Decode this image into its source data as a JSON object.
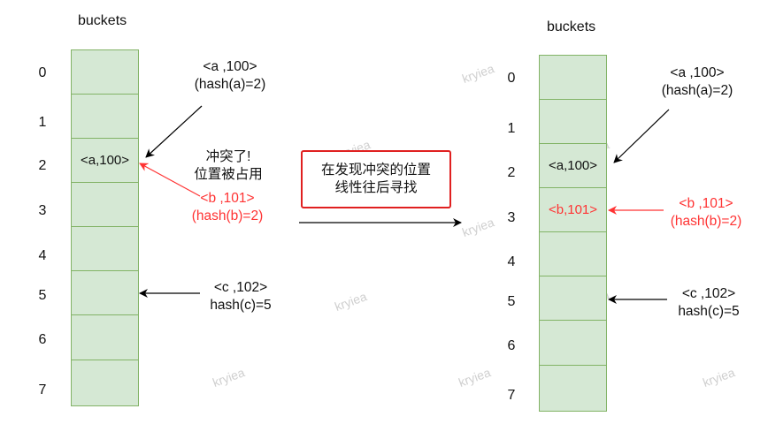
{
  "watermark": "kryiea",
  "left": {
    "title": "buckets",
    "indices": [
      "0",
      "1",
      "2",
      "3",
      "4",
      "5",
      "6",
      "7"
    ],
    "cells": [
      "",
      "",
      "<a,100>",
      "",
      "",
      "",
      "",
      ""
    ],
    "note_a": {
      "line1": "<a ,100>",
      "line2": "(hash(a)=2)"
    },
    "conflict": {
      "line1": "冲突了!",
      "line2": "位置被占用"
    },
    "note_b": {
      "line1": "<b ,101>",
      "line2": "(hash(b)=2)"
    },
    "note_c": {
      "line1": "<c ,102>",
      "line2": "hash(c)=5"
    }
  },
  "callout": {
    "line1": "在发现冲突的位置",
    "line2": "线性往后寻找"
  },
  "right": {
    "title": "buckets",
    "indices": [
      "0",
      "1",
      "2",
      "3",
      "4",
      "5",
      "6",
      "7"
    ],
    "cells": [
      "",
      "",
      "<a,100>",
      "<b,101>",
      "",
      "",
      "",
      ""
    ],
    "note_a": {
      "line1": "<a ,100>",
      "line2": "(hash(a)=2)"
    },
    "note_b": {
      "line1": "<b ,101>",
      "line2": "(hash(b)=2)"
    },
    "note_c": {
      "line1": "<c ,102>",
      "line2": "hash(c)=5"
    }
  },
  "colors": {
    "cell_fill": "#d5e8d4",
    "cell_border": "#82b366",
    "highlight": "#ff3333",
    "callout_border": "#e02020"
  }
}
